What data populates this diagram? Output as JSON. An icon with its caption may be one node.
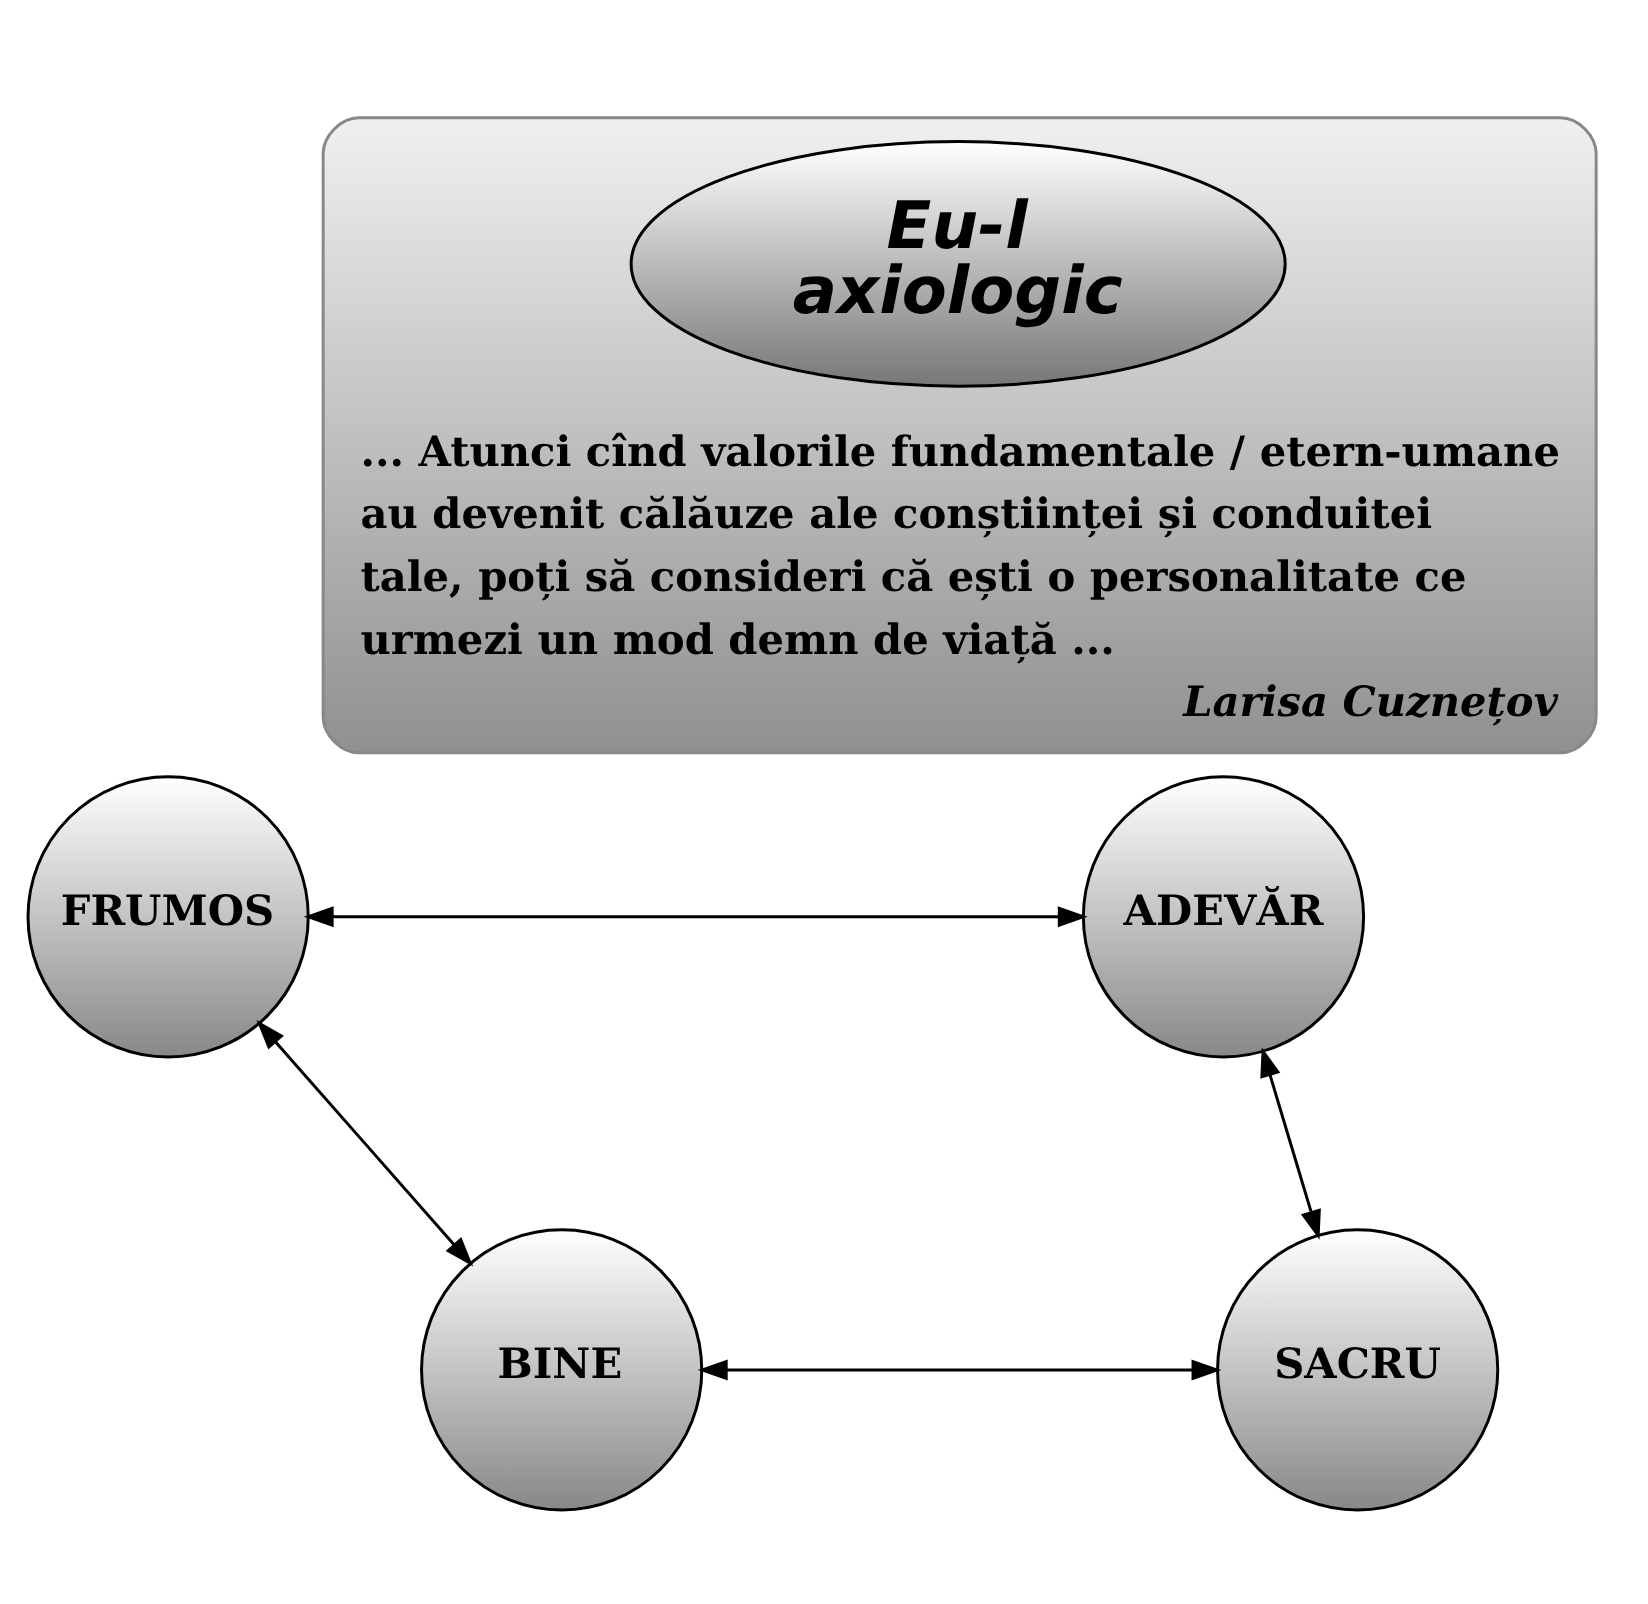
{
  "diagram": {
    "nodes": [
      {
        "text": [
          "... Atunci cînd valorile fundamentale / etern-umane au devenit călăuze ale conștiinței și conduitei tale, poți să consideri că ești o personalitate ce urmezi un mod demn de viață ...",
          "Larisa Cuznețov"
        ]
      },
      {
        "text": [
          "Eu-l axiologic"
        ],
        "in": 0
      },
      {
        "text": [
          "BINE"
        ]
      },
      {
        "text": [
          "SACRU"
        ]
      },
      {
        "text": [
          "FRUMOS"
        ]
      },
      {
        "text": [
          "ADEVĂR"
        ]
      }
    ],
    "edges": [
      {
        "from": 2,
        "to": 3,
        "arrow": "both"
      },
      {
        "from": 3,
        "to": 5,
        "arrow": "both"
      },
      {
        "from": 5,
        "to": 4,
        "arrow": "both"
      },
      {
        "from": 4,
        "to": 2,
        "arrow": "both"
      }
    ]
  }
}
